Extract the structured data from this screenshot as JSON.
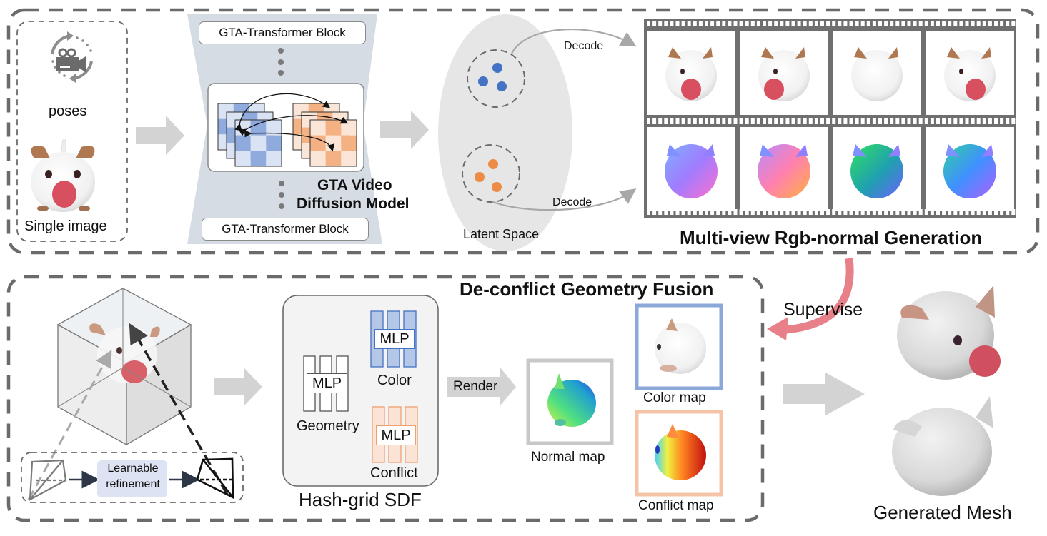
{
  "top_panel": {
    "title": "Multi-view Rgb-normal Generation",
    "input": {
      "poses_label": "poses",
      "image_label": "Single image",
      "icon": "camera-rotate-icon"
    },
    "diffusion": {
      "block_top_label": "GTA-Transformer Block",
      "block_bottom_label": "GTA-Transformer Block",
      "model_label_line1": "GTA Video",
      "model_label_line2": "Diffusion Model"
    },
    "latent": {
      "label": "Latent Space",
      "decode_top": "Decode",
      "decode_bottom": "Decode"
    },
    "film": {
      "rgb_views": 4,
      "normal_views": 4
    }
  },
  "supervise_label": "Supervise",
  "bottom_panel": {
    "title": "De-conflict Geometry Fusion",
    "camera": {
      "refine_label_line1": "Learnable",
      "refine_label_line2": "refinement"
    },
    "sdf": {
      "label": "Hash-grid SDF",
      "mlps": [
        {
          "name": "Geometry",
          "tag": "MLP"
        },
        {
          "name": "Color",
          "tag": "MLP"
        },
        {
          "name": "Conflict",
          "tag": "MLP"
        }
      ]
    },
    "render_label": "Render",
    "maps": {
      "normal": "Normal map",
      "color": "Color map",
      "conflict": "Conflict map"
    }
  },
  "output": {
    "label": "Generated Mesh"
  },
  "colors": {
    "dash": "#6b6b6b",
    "blue": "#8aa8d8",
    "blue_dark": "#4472c4",
    "orange": "#f0a070",
    "orange_dark": "#ed7d31",
    "supervise": "#e8808a",
    "arrow_gray": "#d3d3d3"
  }
}
